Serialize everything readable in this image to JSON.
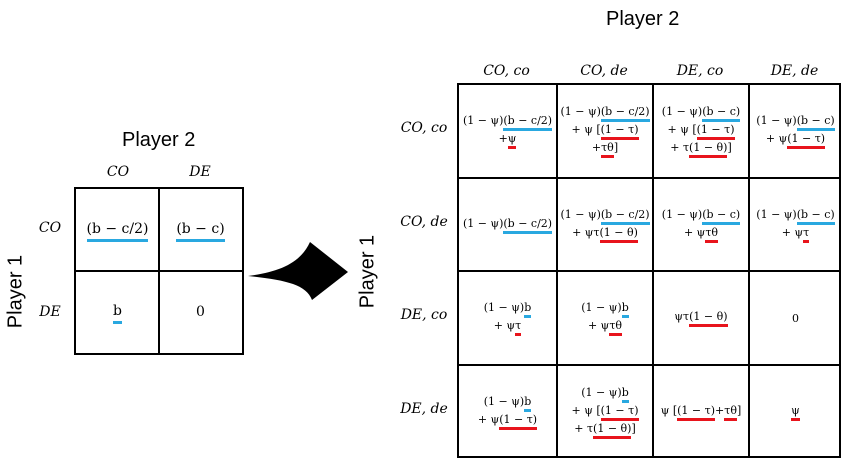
{
  "small": {
    "title": "Player 2",
    "side_title": "Player 1",
    "col_labels": [
      "CO",
      "DE"
    ],
    "row_labels": [
      "CO",
      "DE"
    ],
    "cells": [
      [
        [
          [
            {
              "t": "(b − c/2)",
              "u": "b"
            }
          ]
        ],
        [
          [
            {
              "t": "(b − c)",
              "u": "b"
            }
          ]
        ]
      ],
      [
        [
          [
            {
              "t": "b",
              "u": "b"
            }
          ]
        ],
        [
          [
            {
              "t": "0"
            }
          ]
        ]
      ]
    ]
  },
  "big": {
    "title": "Player 2",
    "side_title": "Player 1",
    "col_labels": [
      "CO, co",
      "CO, de",
      "DE, co",
      "DE, de"
    ],
    "row_labels": [
      "CO, co",
      "CO, de",
      "DE, co",
      "DE, de"
    ],
    "cells": [
      [
        [
          [
            {
              "t": "(1 − ψ)"
            },
            {
              "t": "(b − c/2)",
              "u": "b"
            }
          ],
          [
            {
              "t": "+ "
            },
            {
              "t": "ψ",
              "u": "r"
            }
          ]
        ],
        [
          [
            {
              "t": "(1 − ψ)"
            },
            {
              "t": "(b − c/2)",
              "u": "b"
            }
          ],
          [
            {
              "t": "+ ψ ["
            },
            {
              "t": "(1 − τ)",
              "u": "r"
            }
          ],
          [
            {
              "t": "+ "
            },
            {
              "t": "τθ",
              "u": "r"
            },
            {
              "t": "]"
            }
          ]
        ],
        [
          [
            {
              "t": "(1 − ψ)"
            },
            {
              "t": "(b − c)",
              "u": "b"
            }
          ],
          [
            {
              "t": "+ ψ ["
            },
            {
              "t": "(1 − τ)",
              "u": "r"
            }
          ],
          [
            {
              "t": "+ τ"
            },
            {
              "t": "(1 − θ)",
              "u": "r"
            },
            {
              "t": "]"
            }
          ]
        ],
        [
          [
            {
              "t": "(1 − ψ)"
            },
            {
              "t": "(b − c)",
              "u": "b"
            }
          ],
          [
            {
              "t": "+ ψ"
            },
            {
              "t": "(1 − τ)",
              "u": "r"
            }
          ]
        ]
      ],
      [
        [
          [
            {
              "t": "(1 − ψ)"
            },
            {
              "t": "(b − c/2)",
              "u": "b"
            }
          ]
        ],
        [
          [
            {
              "t": "(1 − ψ)"
            },
            {
              "t": "(b − c/2)",
              "u": "b"
            }
          ],
          [
            {
              "t": "+ ψτ"
            },
            {
              "t": "(1 − θ)",
              "u": "r"
            }
          ]
        ],
        [
          [
            {
              "t": "(1 − ψ)"
            },
            {
              "t": "(b − c)",
              "u": "b"
            }
          ],
          [
            {
              "t": "+ ψ"
            },
            {
              "t": "τθ",
              "u": "r"
            }
          ]
        ],
        [
          [
            {
              "t": "(1 − ψ)"
            },
            {
              "t": "(b − c)",
              "u": "b"
            }
          ],
          [
            {
              "t": "+ ψ"
            },
            {
              "t": "τ",
              "u": "r"
            }
          ]
        ]
      ],
      [
        [
          [
            {
              "t": "(1 − ψ)"
            },
            {
              "t": "b",
              "u": "b"
            }
          ],
          [
            {
              "t": "+ ψ"
            },
            {
              "t": "τ",
              "u": "r"
            }
          ]
        ],
        [
          [
            {
              "t": "(1 − ψ)"
            },
            {
              "t": "b",
              "u": "b"
            }
          ],
          [
            {
              "t": "+ ψ"
            },
            {
              "t": "τθ",
              "u": "r"
            }
          ]
        ],
        [
          [
            {
              "t": "ψτ"
            },
            {
              "t": "(1 − θ)",
              "u": "r"
            }
          ]
        ],
        [
          [
            {
              "t": "0"
            }
          ]
        ]
      ],
      [
        [
          [
            {
              "t": "(1 − ψ)"
            },
            {
              "t": "b",
              "u": "b"
            }
          ],
          [
            {
              "t": "+ ψ"
            },
            {
              "t": "(1 − τ)",
              "u": "r"
            }
          ]
        ],
        [
          [
            {
              "t": "(1 − ψ)"
            },
            {
              "t": "b",
              "u": "b"
            }
          ],
          [
            {
              "t": "+ ψ ["
            },
            {
              "t": "(1 − τ)",
              "u": "r"
            }
          ],
          [
            {
              "t": "+ τ"
            },
            {
              "t": "(1 − θ)",
              "u": "r"
            },
            {
              "t": "]"
            }
          ]
        ],
        [
          [
            {
              "t": "ψ ["
            },
            {
              "t": "(1 − τ)",
              "u": "r"
            },
            {
              "t": " + "
            },
            {
              "t": "τθ",
              "u": "r"
            },
            {
              "t": "]"
            }
          ]
        ],
        [
          [
            {
              "t": "ψ",
              "u": "r"
            }
          ]
        ]
      ]
    ]
  },
  "colors": {
    "benefit_underline": "#29a8e0",
    "penalty_underline": "#e8141c"
  },
  "arrow_icon": "curved-arrow-right-icon"
}
